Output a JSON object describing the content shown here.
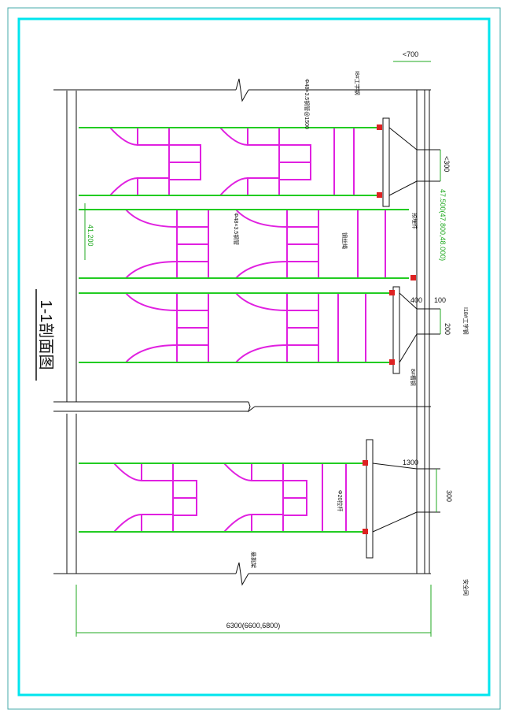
{
  "drawing": {
    "title": "1-1剖面图",
    "dimensions": {
      "overall_width": "6300(6600,6800)",
      "top_right_overhang": "<700",
      "right_slab": "<300",
      "elevation_1": "47.500(47.800,48.000)",
      "elevation_2": "41.200",
      "gap_400": "400",
      "gap_100": "100",
      "gap_200": "200",
      "lower_width": "1300",
      "lower_slab": "300"
    },
    "annotations": {
      "tube_a": "Φ48×3.5钢管@1500",
      "tube_b": "Φ48×3.5钢管",
      "beam_steel_a": "I8#工字钢",
      "beam_steel_b": "8#槽钢",
      "joist": "I18#工字钢",
      "wire_rope": "钢丝绳",
      "anchor": "预埋件",
      "tie_rod": "Φ20拉杆",
      "bracket": "悬挑架",
      "net": "安全网"
    }
  }
}
